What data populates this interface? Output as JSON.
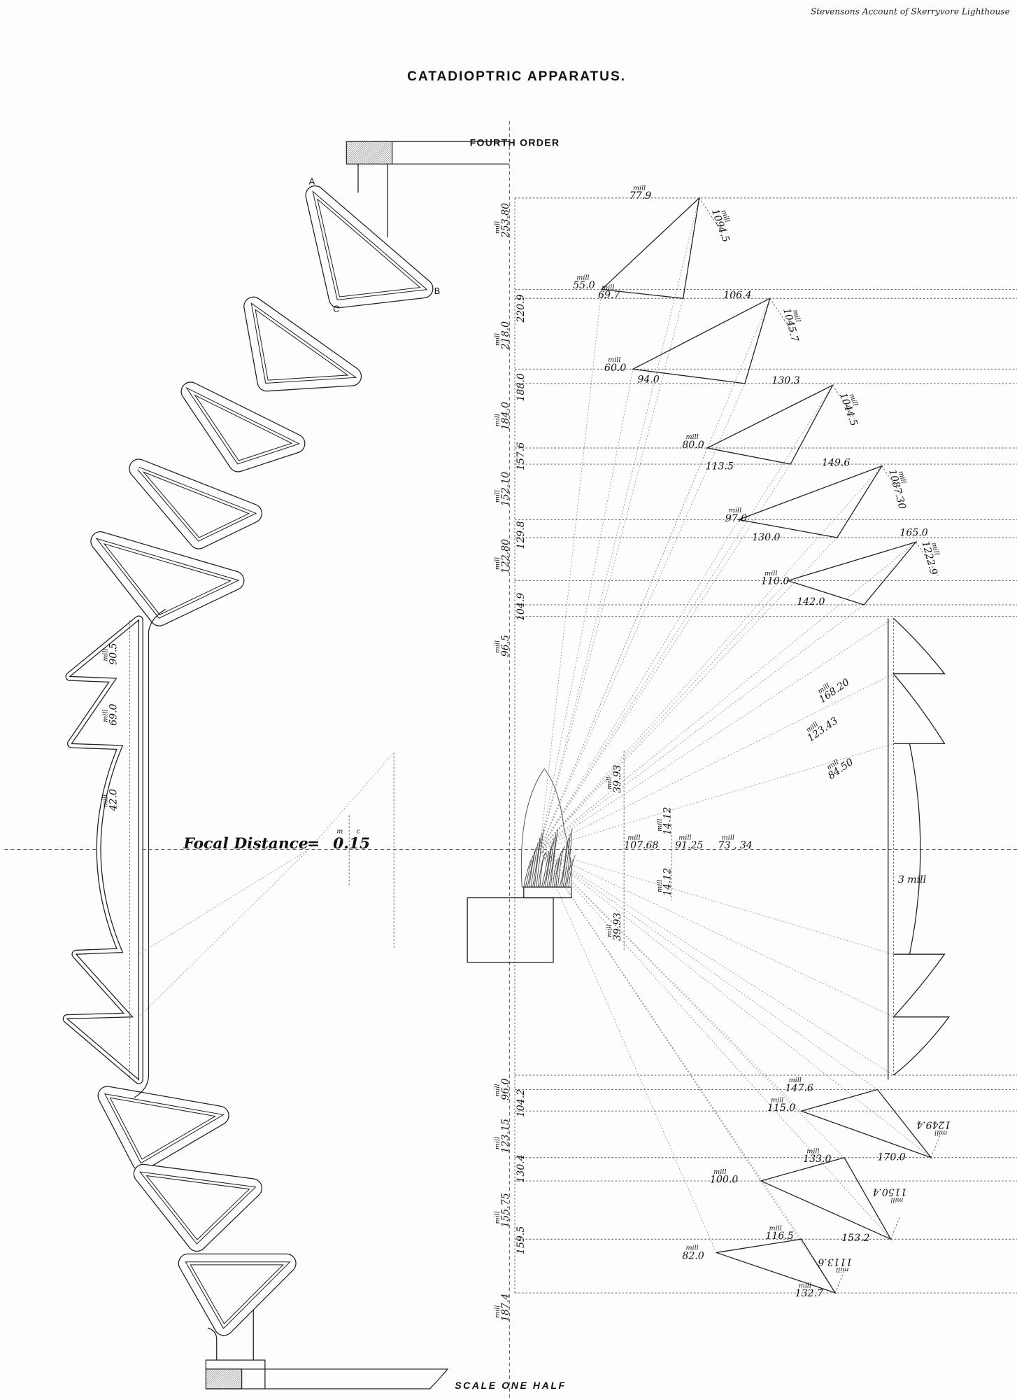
{
  "header": "Stevensons Account of Skerryvore Lighthouse",
  "title": "CATADIOPTRIC APPARATUS.",
  "subtitle": "FOURTH ORDER",
  "scale_note": "SCALE ONE HALF",
  "points": {
    "a": "A",
    "b": "B",
    "c": "C"
  },
  "unit": "mill",
  "focal": {
    "label": "Focal Distance",
    "equals": "=",
    "value": "0.15",
    "unit_m": "m",
    "unit_c": "c"
  },
  "dims": {
    "p1_height": "253.80",
    "p1_top": "77.9",
    "p1_side": "1094.5",
    "p1_left": "55.0",
    "p1_base": "69.7",
    "p2_gap": "220.9",
    "p2_height": "218.0",
    "p2_top": "106.4",
    "p2_side": "1045.7",
    "p2_left": "60.0",
    "p2_base": "94.0",
    "p3_gap": "188.0",
    "p3_height": "184.0",
    "p3_top": "130.3",
    "p3_side": "1044.5",
    "p3_left": "80.0",
    "p3_base": "113.5",
    "p4_gap": "157.6",
    "p4_height": "152.10",
    "p4_top": "149.6",
    "p4_side": "1087.30",
    "p4_left": "97.0",
    "p4_base": "130.0",
    "p5_gap": "129.8",
    "p5_height": "122.80",
    "p5_top": "165.0",
    "p5_side": "1222.9",
    "p5_left": "110.0",
    "p5_base": "142.0",
    "belt_gap": "104.9",
    "belt_top": "96.5",
    "ray_1": "168.20",
    "ray_2": "123.43",
    "ray_3": "84.50",
    "flame_up": "39.93",
    "flame_down": "39.93",
    "d_107": "107.68",
    "d_91": "91.25",
    "d_73": "73 , 34",
    "d_14_up": "14.12",
    "d_14_down": "14.12",
    "center_thickness": "3 mill",
    "q_top": "96.0",
    "q1_gap": "104.2",
    "q1_height": "123.15",
    "q1_top": "147.6",
    "q1_left": "115.0",
    "q1_base": "170.0",
    "q1_side": "1249.4",
    "q2_gap": "130.4",
    "q2_height": "155.75",
    "q2_top": "133.0",
    "q2_left": "100.0",
    "q2_base": "153.2",
    "q2_side": "1150.4",
    "q3_gap": "159.5",
    "q3_height": "187.4",
    "q3_top": "116.5",
    "q3_left": "82.0",
    "q3_base": "132.7",
    "q3_side": "1113.6",
    "belt_90": "90.5",
    "belt_69": "69.0",
    "belt_42": "42.0"
  }
}
